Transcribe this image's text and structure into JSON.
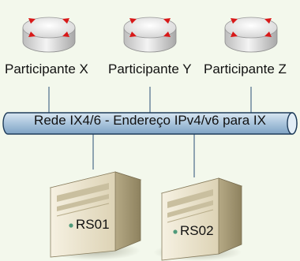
{
  "participants": [
    {
      "label": "Participante X"
    },
    {
      "label": "Participante Y"
    },
    {
      "label": "Participante Z"
    }
  ],
  "network": {
    "label": "Rede IX4/6 - Endereço IPv4/v6 para IX"
  },
  "servers": [
    {
      "label": "RS01"
    },
    {
      "label": "RS02"
    }
  ],
  "colors": {
    "background": "#f3f8ec",
    "router_body": "#e8e8e8",
    "router_arrows": "#d81818",
    "bus_fill": "#b8cfe2",
    "server_body": "#ece4cc",
    "server_led": "#4f9a7a"
  }
}
